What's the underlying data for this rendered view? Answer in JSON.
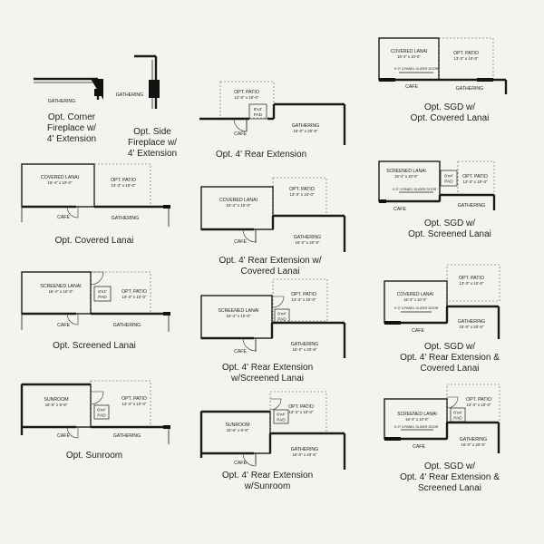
{
  "title": "",
  "captions": {
    "corner_fireplace": [
      "Opt. Corner",
      "Fireplace w/",
      "4' Extension"
    ],
    "side_fireplace": [
      "Opt. Side",
      "Fireplace w/",
      "4' Extension"
    ],
    "rear_ext": [
      "Opt. 4' Rear Extension"
    ],
    "sgd_covered": [
      "Opt. SGD w/",
      "Opt. Covered Lanai"
    ],
    "covered_lanai": [
      "Opt. Covered Lanai"
    ],
    "rear_ext_covered": [
      "Opt. 4' Rear Extension w/",
      "Covered Lanai"
    ],
    "sgd_screened": [
      "Opt. SGD w/",
      "Opt. Screened Lanai"
    ],
    "screened_lanai": [
      "Opt. Screened Lanai"
    ],
    "rear_ext_screened": [
      "Opt. 4' Rear Extension",
      "w/Screened Lanai"
    ],
    "sgd_ext_covered": [
      "Opt. SGD w/",
      "Opt. 4' Rear Extension &",
      "Covered Lanai"
    ],
    "sunroom": [
      "Opt. Sunroom"
    ],
    "rear_ext_sunroom": [
      "Opt. 4' Rear Extension",
      "w/Sunroom"
    ],
    "sgd_ext_screened": [
      "Opt. SGD w/",
      "Opt. 4' Rear Extension &",
      "Screened Lanai"
    ]
  },
  "rooms": {
    "gathering": "GATHERING",
    "cafe": "CAFE",
    "opt_patio": "OPT. PATIO",
    "covered_lanai": "COVERED LANAI",
    "screened_lanai": "SCREENED LANAI",
    "sunroom": "SUNROOM",
    "pad": "6'x4' PAD"
  },
  "dims": {
    "patio_12x10": "12'-0\" x 10'-0\"",
    "patio_13x10": "13'-3\" x 10'-0\"",
    "gathering_16x20": "16'-0\" x 20'-5\"",
    "lanai_16x10": "16'-4\" x 10'-0\"",
    "sunroom_15x9": "15'-6\" x 9'-8\"",
    "slider_door": "9'-0\" 3-PANEL SLIDER DOOR"
  }
}
